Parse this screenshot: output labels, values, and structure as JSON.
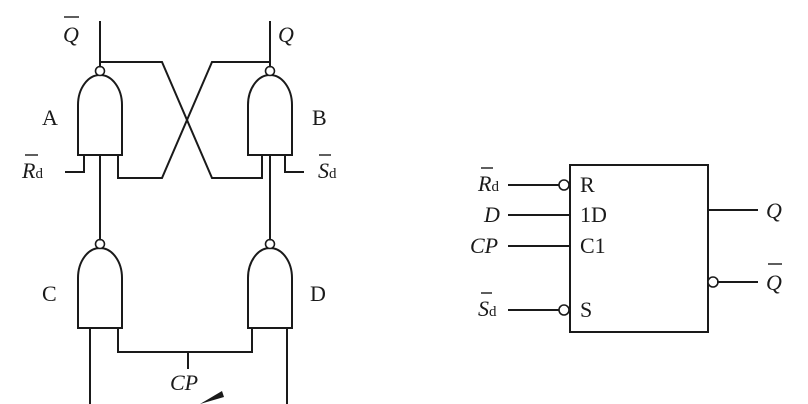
{
  "circuit": {
    "gate_labels": {
      "a": "A",
      "b": "B",
      "c": "C",
      "d": "D"
    },
    "outputs": {
      "q_bar": "Q",
      "q": "Q"
    },
    "inputs": {
      "rd_main": "R",
      "rd_sub": "d",
      "sd_main": "S",
      "sd_sub": "d",
      "cp": "CP"
    }
  },
  "symbol": {
    "pins_left": {
      "r": "R",
      "d": "1D",
      "c": "C1",
      "s": "S"
    },
    "signals_left": {
      "rd_main": "R",
      "rd_sub": "d",
      "d": "D",
      "cp": "CP",
      "sd_main": "S",
      "sd_sub": "d"
    },
    "signals_right": {
      "q": "Q",
      "q_bar": "Q"
    }
  }
}
